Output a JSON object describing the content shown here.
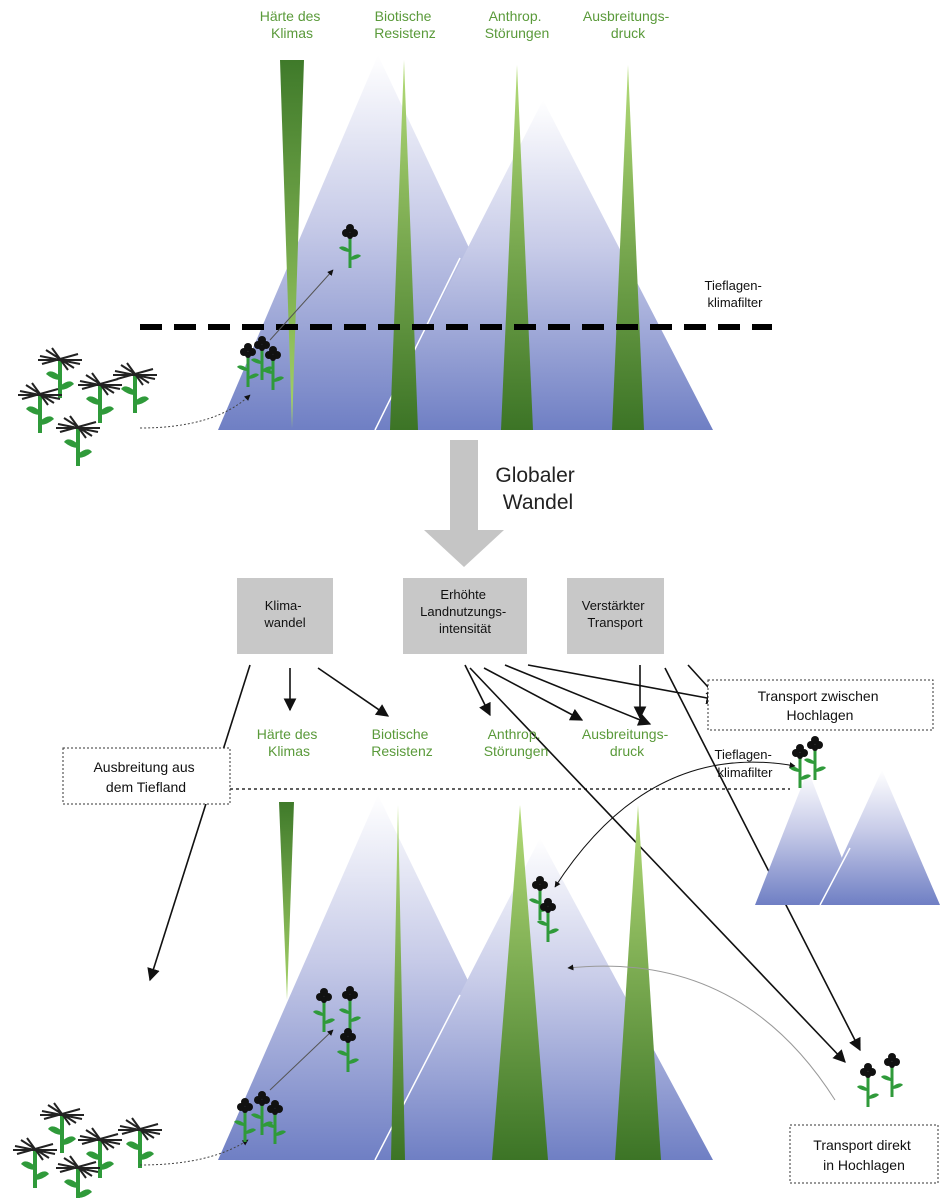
{
  "top": {
    "filters": [
      {
        "line1": "Härte des",
        "line2": "Klimas"
      },
      {
        "line1": "Biotische",
        "line2": "Resistenz"
      },
      {
        "line1": "Anthrop.",
        "line2": "Störungen"
      },
      {
        "line1": "Ausbreitungs-",
        "line2": "druck"
      }
    ],
    "lowland_filter": {
      "line1": "Tieflagen-",
      "line2": "klimafilter"
    }
  },
  "central_arrow": {
    "line1": "Globaler",
    "line2": "Wandel"
  },
  "drivers": [
    {
      "line1": "Klima-",
      "line2": "wandel",
      "line3": ""
    },
    {
      "line1": "Erhöhte",
      "line2": "Landnutzungs-",
      "line3": "intensität"
    },
    {
      "line1": "Verstärkter",
      "line2": "Transport",
      "line3": ""
    }
  ],
  "bottom": {
    "filters": [
      {
        "line1": "Härte des",
        "line2": "Klimas"
      },
      {
        "line1": "Biotische",
        "line2": "Resistenz"
      },
      {
        "line1": "Anthrop.",
        "line2": "Störungen"
      },
      {
        "line1": "Ausbreitungs-",
        "line2": "druck"
      }
    ],
    "lowland_filter": {
      "line1": "Tieflagen-",
      "line2": "klimafilter"
    },
    "boxes": {
      "between_highlands": {
        "line1": "Transport zwischen",
        "line2": "Hochlagen"
      },
      "from_lowland": {
        "line1": "Ausbreitung aus",
        "line2": "dem Tiefland"
      },
      "direct_highlands": {
        "line1": "Transport direkt",
        "line2": "in Hochlagen"
      }
    }
  }
}
